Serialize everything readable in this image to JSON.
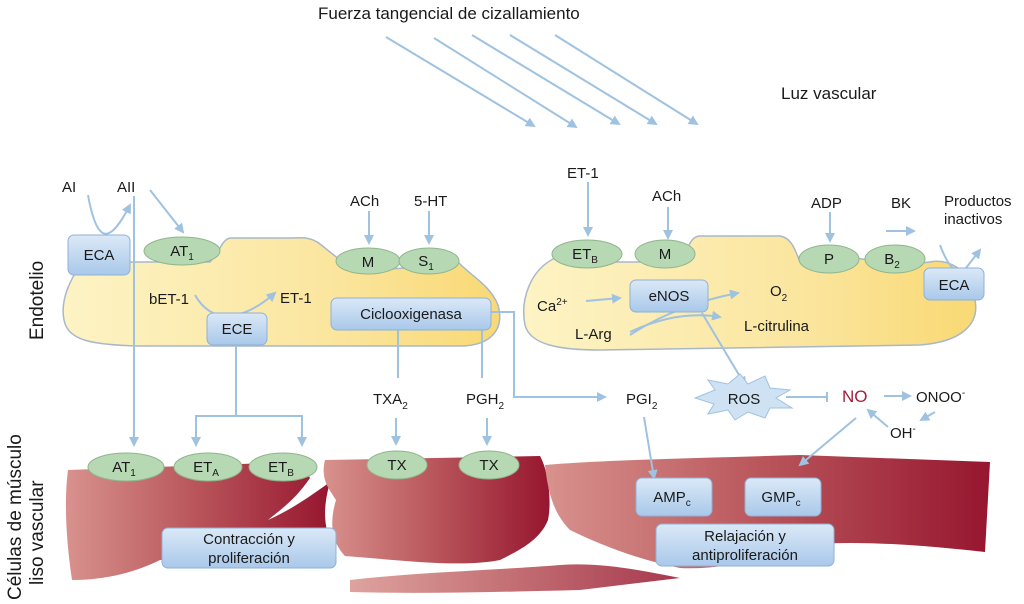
{
  "title": "Fuerza tangencial de cizallamiento",
  "lumen_label": "Luz vascular",
  "side_labels": {
    "endothelium": "Endotelio",
    "smooth_muscle_line1": "Células de músculo",
    "smooth_muscle_line2": "liso vascular"
  },
  "ligands": {
    "ai": "AI",
    "aii": "AII",
    "ach_left": "ACh",
    "serotonin": "5-HT",
    "et1_right": "ET-1",
    "ach_right": "ACh",
    "adp": "ADP",
    "bk": "BK",
    "inactive_products_line1": "Productos",
    "inactive_products_line2": "inactivos",
    "bet1": "bET-1",
    "et1_inner": "ET-1",
    "ca": "Ca",
    "ca_sup": "2+",
    "larg": "L-Arg",
    "o2": "O",
    "o2_sub": "2",
    "lcitrulina": "L-citrulina",
    "txa2": "TXA",
    "txa2_sub": "2",
    "pgh2": "PGH",
    "pgh2_sub": "2",
    "pgi2": "PGI",
    "pgi2_sub": "2",
    "no": "NO",
    "onoo": "ONOO",
    "onoo_sup": "-",
    "oh": "OH",
    "oh_sup": "-"
  },
  "receptors": {
    "at1_endo": {
      "main": "AT",
      "sub": "1"
    },
    "m_left": {
      "main": "M",
      "sub": ""
    },
    "s1": {
      "main": "S",
      "sub": "1"
    },
    "etb_endo": {
      "main": "ET",
      "sub": "B"
    },
    "m_right": {
      "main": "M",
      "sub": ""
    },
    "p": {
      "main": "P",
      "sub": ""
    },
    "b2": {
      "main": "B",
      "sub": "2"
    },
    "at1_smc": {
      "main": "AT",
      "sub": "1"
    },
    "eta_smc": {
      "main": "ET",
      "sub": "A"
    },
    "etb_smc": {
      "main": "ET",
      "sub": "B"
    },
    "tx1": {
      "main": "TX",
      "sub": ""
    },
    "tx2": {
      "main": "TX",
      "sub": ""
    }
  },
  "enzymes": {
    "eca_left": "ECA",
    "eca_right": "ECA",
    "ece": "ECE",
    "cox": "Ciclooxigenasa",
    "enos": "eNOS",
    "ros": "ROS"
  },
  "second_messengers": {
    "camp": {
      "main": "AMP",
      "sub": "c"
    },
    "cgmp": {
      "main": "GMP",
      "sub": "c"
    }
  },
  "outcomes": {
    "contraction_line1": "Contracción y",
    "contraction_line2": "proliferación",
    "relaxation_line1": "Relajación y",
    "relaxation_line2": "antiproliferación"
  },
  "colors": {
    "arrow": "#9fc2e0",
    "endothelium_fill": "#fbe6a0",
    "receptor_fill": "#b6d8b3",
    "muscle_dark": "#9c1b34",
    "muscle_light": "#d48f8c",
    "no_text": "#a3203f"
  }
}
